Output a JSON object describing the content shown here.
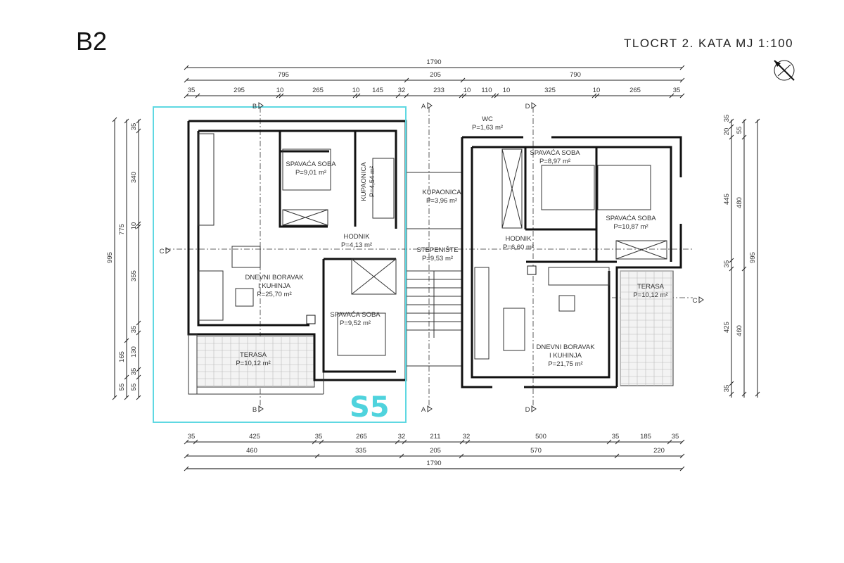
{
  "header": {
    "title": "B2",
    "subtitle": "TLOCRT 2. KATA MJ 1:100"
  },
  "unit": {
    "label": "S5",
    "highlight_color": "#5fd8e2"
  },
  "compass": {
    "icon": "north-arrow-icon"
  },
  "dimensions": {
    "top_total": "1790",
    "top_middle": [
      "795",
      "205",
      "790"
    ],
    "top_detail": [
      "35",
      "295",
      "10",
      "265",
      "10",
      "145",
      "32",
      "233",
      "10",
      "110",
      "10",
      "325",
      "10",
      "265",
      "35"
    ],
    "bottom_detail": [
      "35",
      "425",
      "35",
      "265",
      "32",
      "211",
      "32",
      "500",
      "35",
      "185",
      "35"
    ],
    "bottom_middle": [
      "460",
      "335",
      "205",
      "570",
      "220"
    ],
    "bottom_total": "1790",
    "left_total": "995",
    "left_middle": [
      "775",
      "165",
      "55"
    ],
    "left_detail": [
      "35",
      "340",
      "10",
      "355",
      "35",
      "130",
      "35",
      "55"
    ],
    "right_detail": [
      "35",
      "20",
      "445",
      "35",
      "425",
      "35"
    ],
    "right_middle": [
      "55",
      "480",
      "460"
    ],
    "right_total": "995"
  },
  "section_markers": [
    "B",
    "A",
    "D",
    "B",
    "A",
    "D",
    "C",
    "C"
  ],
  "rooms": [
    {
      "name": "SPAVAĆA SOBA",
      "area": "P=9,01 m²"
    },
    {
      "name": "KUPAONICA",
      "area": "P=4,54 m²"
    },
    {
      "name": "HODNIK",
      "area": "P=4,13 m²"
    },
    {
      "name": "DNEVNI BORAVAK",
      "name2": "I KUHINJA",
      "area": "P=25,70 m²"
    },
    {
      "name": "SPAVAĆA SOBA",
      "area": "P=9,52 m²"
    },
    {
      "name": "TERASA",
      "area": "P=10,12 m²"
    },
    {
      "name": "WC",
      "area": "P=1,63 m²"
    },
    {
      "name": "KUPAONICA",
      "area": "P=3,96 m²"
    },
    {
      "name": "STEPENIŠTE",
      "area": "P=9,53 m²"
    },
    {
      "name": "SPAVAĆA SOBA",
      "area": "P=8,97 m²"
    },
    {
      "name": "SPAVAĆA SOBA",
      "area": "P=10,87 m²"
    },
    {
      "name": "HODNIK",
      "area": "P=6,60 m²"
    },
    {
      "name": "TERASA",
      "area": "P=10,12 m²"
    },
    {
      "name": "DNEVNI BORAVAK",
      "name2": "I KUHINJA",
      "area": "P=21,75 m²"
    }
  ]
}
